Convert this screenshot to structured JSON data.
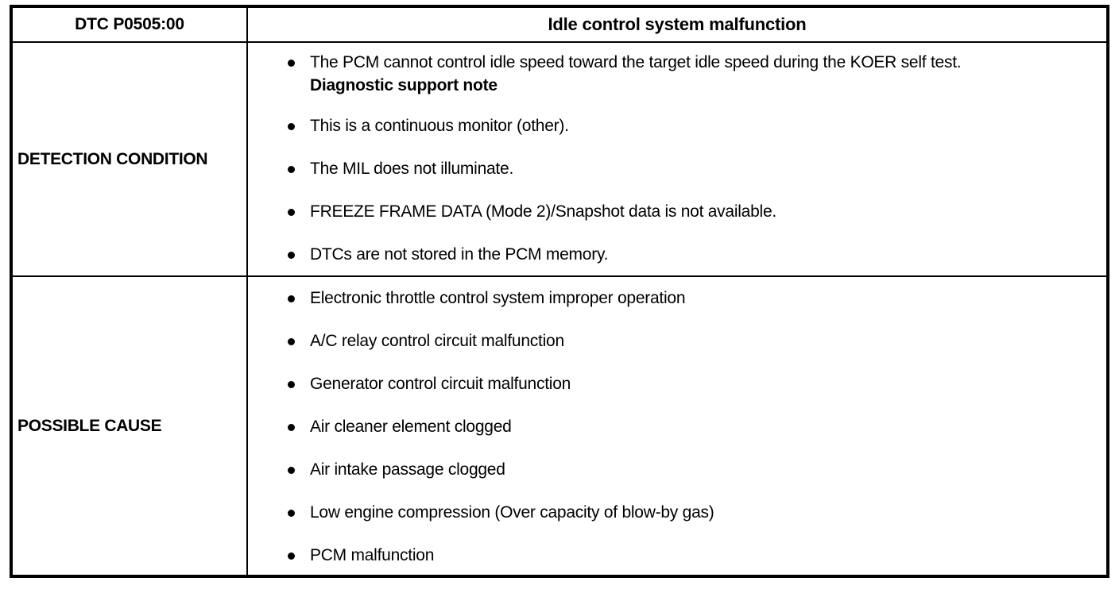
{
  "table": {
    "header": {
      "dtc_code": "DTC P0505:00",
      "title": "Idle control system malfunction"
    },
    "rows": [
      {
        "label": "DETECTION CONDITION",
        "bullets_before_note": [
          "The PCM cannot control idle speed toward the target idle speed during the KOER self test."
        ],
        "note_heading": "Diagnostic support note",
        "bullets_after_note": [
          "This is a continuous monitor (other).",
          "The MIL does not illuminate.",
          "FREEZE FRAME DATA (Mode 2)/Snapshot data is not available.",
          "DTCs are not stored in the PCM memory."
        ]
      },
      {
        "label": "POSSIBLE CAUSE",
        "bullets": [
          "Electronic throttle control system improper operation",
          "A/C relay control circuit malfunction",
          "Generator control circuit malfunction",
          "Air cleaner element clogged",
          "Air intake passage clogged",
          "Low engine compression (Over capacity of blow-by gas)",
          "PCM malfunction"
        ]
      }
    ]
  },
  "colors": {
    "border": "#000000",
    "text": "#000000",
    "background": "#ffffff"
  }
}
